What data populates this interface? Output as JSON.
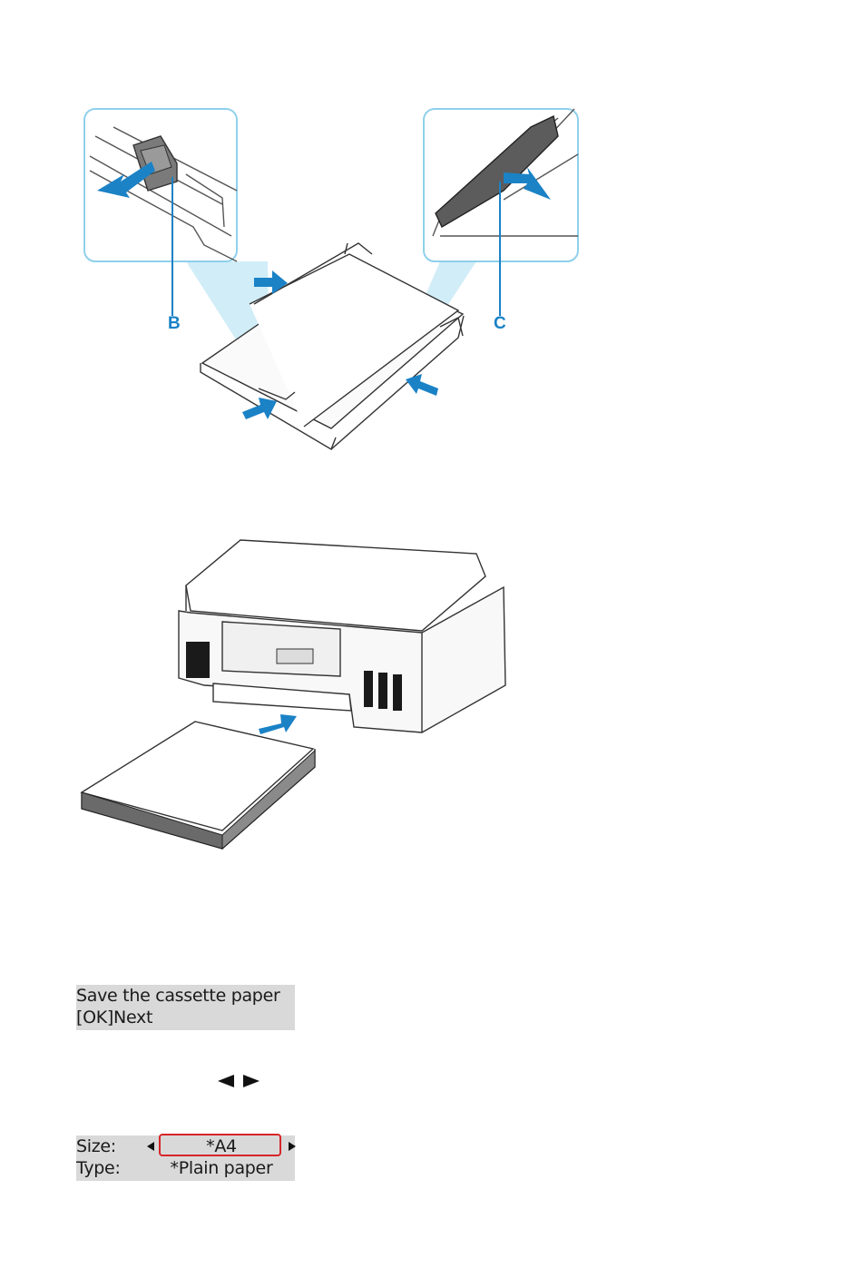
{
  "figure1": {
    "callout_left_label": "B",
    "callout_right_label": "C"
  },
  "lcd1": {
    "line1": "Save the cassette paper",
    "line2": "[OK]Next"
  },
  "lcd2": {
    "size_label": "Size:",
    "size_value": "*A4",
    "type_label": "Type:",
    "type_value": "*Plain paper"
  },
  "colors": {
    "accent_blue": "#1b82c6",
    "callout_blue": "#7fcbe9",
    "highlight_red": "#d6262b",
    "lcd_gray": "#d9d9d9"
  },
  "icons": [
    "left-arrow-button-icon",
    "right-arrow-button-icon"
  ]
}
